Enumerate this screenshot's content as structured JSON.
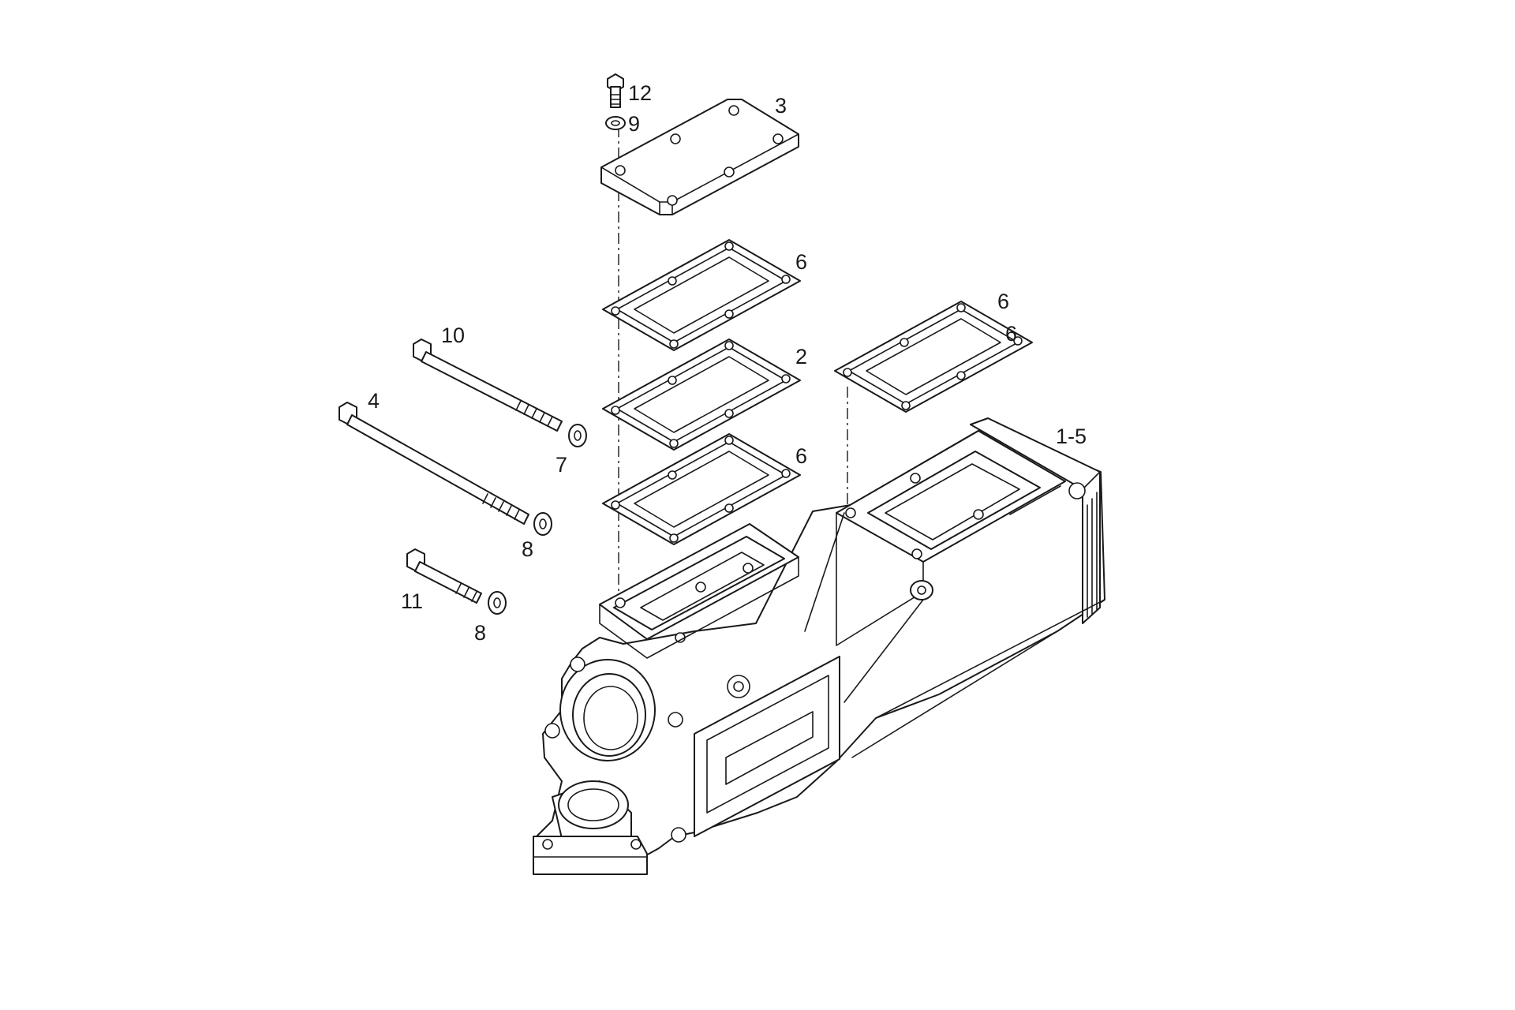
{
  "diagram": {
    "callouts": {
      "c12": "12",
      "c9": "9",
      "c3": "3",
      "c6a": "6",
      "c6b": "6",
      "c6c": "6",
      "c6d": "6",
      "c2": "2",
      "c10": "10",
      "c4": "4",
      "c7": "7",
      "c8a": "8",
      "c8b": "8",
      "c11": "11",
      "c15": "1-5"
    },
    "line_color": "#1a1a1a",
    "background": "#ffffff"
  }
}
